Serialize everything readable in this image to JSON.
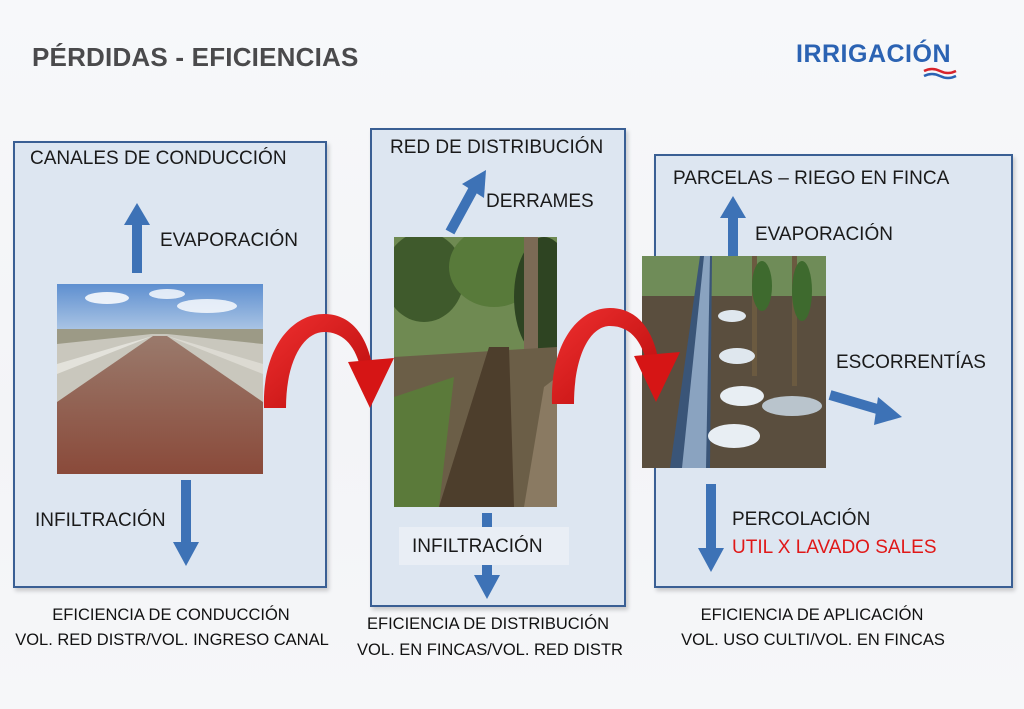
{
  "title": "PÉRDIDAS - EFICIENCIAS",
  "logo": {
    "text": "IRRIGACIÓN",
    "color": "#2b63b3"
  },
  "panels": {
    "conduction": {
      "heading": "CANALES DE CONDUCCIÓN",
      "up_label": "EVAPORACIÓN",
      "down_label": "INFILTRACIÓN",
      "efficiency": "EFICIENCIA DE CONDUCCIÓN",
      "formula": "VOL. RED DISTR/VOL. INGRESO CANAL"
    },
    "distribution": {
      "heading": "RED DE DISTRIBUCIÓN",
      "up_label": "DERRAMES",
      "down_label": "INFILTRACIÓN",
      "efficiency": "EFICIENCIA DE DISTRIBUCIÓN",
      "formula": "VOL. EN FINCAS/VOL. RED DISTR"
    },
    "parcels": {
      "heading": "PARCELAS – RIEGO EN FINCA",
      "up_label": "EVAPORACIÓN",
      "side_label": "ESCORRENTÍAS",
      "down_label": "PERCOLACIÓN",
      "note": "UTIL X LAVADO SALES",
      "efficiency": "EFICIENCIA DE APLICACIÓN",
      "formula": "VOL. USO CULTI/VOL. EN FINCAS"
    }
  },
  "colors": {
    "panel_border": "#3a5f94",
    "panel_fill": "#dde6f1",
    "loss_arrow": "#3d72b6",
    "flow_arrow": "#e01818",
    "note": "#e01818"
  }
}
